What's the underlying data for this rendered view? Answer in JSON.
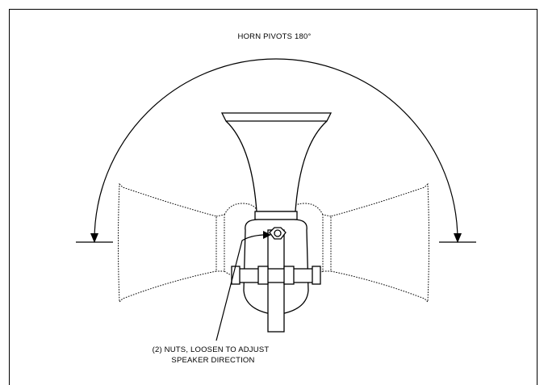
{
  "labels": {
    "pivot": "HORN PIVOTS 180°",
    "nuts_line1": "(2) NUTS, LOOSEN TO ADJUST",
    "nuts_line2": "SPEAKER DIRECTION"
  }
}
